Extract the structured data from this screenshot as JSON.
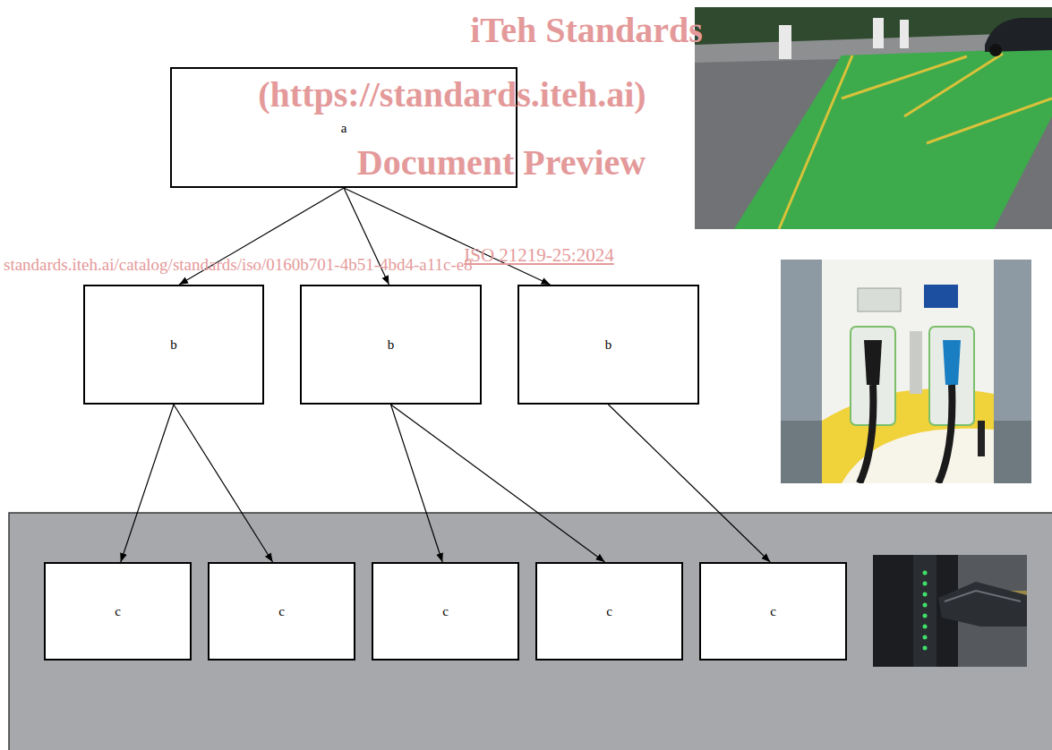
{
  "diagram": {
    "nodes": [
      {
        "text": [
          "a"
        ]
      },
      {
        "text": [
          "b"
        ]
      },
      {
        "text": [
          "b"
        ]
      },
      {
        "text": [
          "b"
        ]
      },
      {
        "text": [
          "c"
        ]
      },
      {
        "text": [
          "c"
        ]
      },
      {
        "text": [
          "c"
        ]
      },
      {
        "text": [
          "c"
        ]
      },
      {
        "text": [
          "c"
        ]
      }
    ],
    "edges": [
      {
        "from": 0,
        "to": 1,
        "arrow": "to"
      },
      {
        "from": 0,
        "to": 2,
        "arrow": "to"
      },
      {
        "from": 0,
        "to": 3,
        "arrow": "to"
      },
      {
        "from": 1,
        "to": 4,
        "arrow": "to"
      },
      {
        "from": 1,
        "to": 5,
        "arrow": "to"
      },
      {
        "from": 2,
        "to": 6,
        "arrow": "to"
      },
      {
        "from": 2,
        "to": 7,
        "arrow": "to"
      },
      {
        "from": 3,
        "to": 8,
        "arrow": "to"
      }
    ],
    "labels": [
      "iTeh Standards",
      "(https://standards.iteh.ai)",
      "Document Preview",
      "ISO 21219-25:2024",
      "standards.iteh.ai/catalog/standards/iso/0160b701-4b51-4bd4-a11c-e8"
    ]
  }
}
